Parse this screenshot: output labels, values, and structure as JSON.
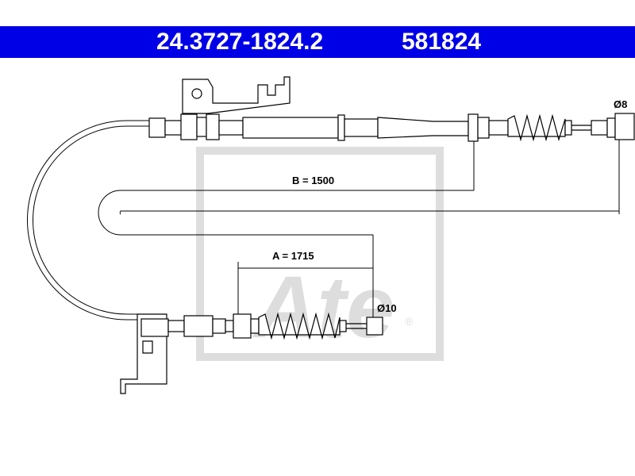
{
  "header": {
    "part_number": "24.3727-1824.2",
    "reference": "581824",
    "background_color": "#0000e6"
  },
  "dimensions": {
    "b_label": "B = 1500",
    "a_label": "A = 1715",
    "diameter_top": "Ø8",
    "diameter_bottom": "Ø10"
  },
  "watermark": {
    "brand_text": "Ate",
    "trademark": "®"
  }
}
